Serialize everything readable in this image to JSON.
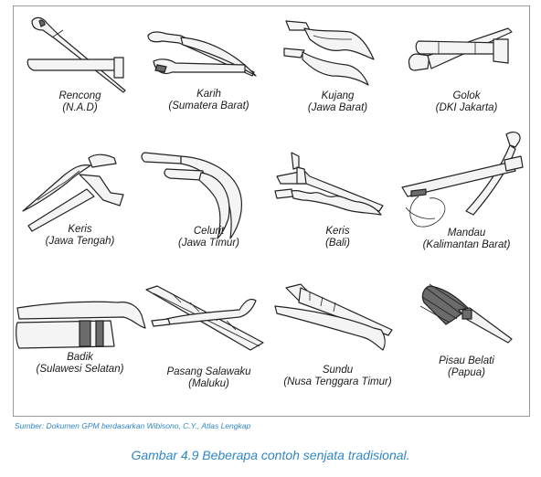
{
  "weapons": [
    {
      "name": "Rencong",
      "region": "(N.A.D)"
    },
    {
      "name": "Karih",
      "region": "(Sumatera Barat)"
    },
    {
      "name": "Kujang",
      "region": "(Jawa Barat)"
    },
    {
      "name": "Golok",
      "region": "(DKI Jakarta)"
    },
    {
      "name": "Keris",
      "region": "(Jawa Tengah)"
    },
    {
      "name": "Celurit",
      "region": "(Jawa Timur)"
    },
    {
      "name": "Keris",
      "region": "(Bali)"
    },
    {
      "name": "Mandau",
      "region": "(Kalimantan Barat)"
    },
    {
      "name": "Badik",
      "region": "(Sulawesi Selatan)"
    },
    {
      "name": "Pasang Salawaku",
      "region": "(Maluku)"
    },
    {
      "name": "Sundu",
      "region": "(Nusa Tenggara Timur)"
    },
    {
      "name": "Pisau Belati",
      "region": "(Papua)"
    }
  ],
  "source": "Sumber: Dokumen GPM berdasarkan Wibisono, C.Y., Atlas Lengkap",
  "caption": "Gambar 4.9 Beberapa contoh senjata tradisional."
}
